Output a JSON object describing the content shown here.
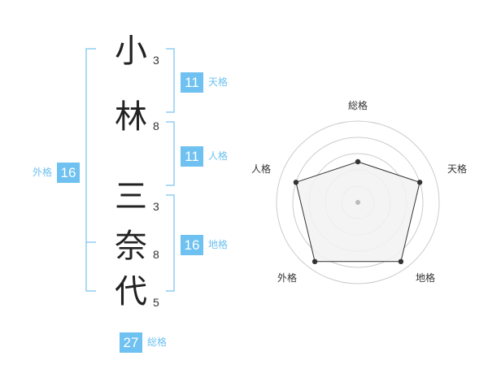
{
  "name_chars": [
    {
      "char": "小",
      "strokes": "3"
    },
    {
      "char": "林",
      "strokes": "8"
    },
    {
      "char": "三",
      "strokes": "3"
    },
    {
      "char": "奈",
      "strokes": "8"
    },
    {
      "char": "代",
      "strokes": "5"
    }
  ],
  "fortunes": {
    "tenkaku": {
      "value": "11",
      "label": "天格"
    },
    "jinkaku": {
      "value": "11",
      "label": "人格"
    },
    "chikaku": {
      "value": "16",
      "label": "地格"
    },
    "gaikaku": {
      "value": "16",
      "label": "外格"
    },
    "soukaku": {
      "value": "27",
      "label": "総格"
    }
  },
  "radar": {
    "axes": [
      "総格",
      "天格",
      "地格",
      "外格",
      "人格"
    ],
    "values": [
      0.5,
      0.8,
      0.9,
      0.9,
      0.8
    ],
    "levels": 5
  },
  "colors": {
    "accent": "#6ec1f0",
    "bracket": "#8fcdf2",
    "ring": "#cccccc",
    "fill": "#f2f2f2",
    "line": "#333333"
  }
}
